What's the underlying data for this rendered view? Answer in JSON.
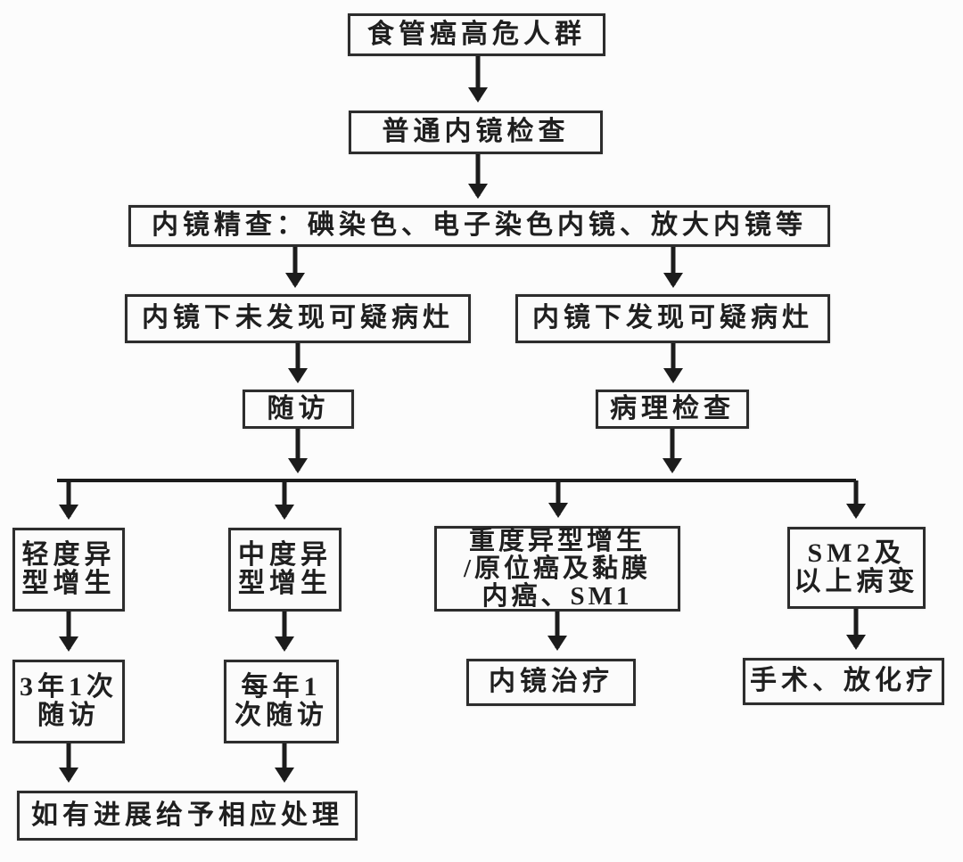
{
  "diagram": {
    "type": "flowchart",
    "language": "zh-CN",
    "background_color": "#fcfcfc",
    "box_border_color": "#2d2d2d",
    "arrow_color": "#1c1c1c",
    "text_color": "#1f1f1f"
  },
  "nodes": {
    "high_risk": {
      "label": "食管癌高危人群"
    },
    "routine_endoscopy": {
      "label": "普通内镜检查"
    },
    "refined_endoscopy": {
      "label": "内镜精查：碘染色、电子染色内镜、放大内镜等"
    },
    "no_suspicious_lesion": {
      "label": "内镜下未发现可疑病灶"
    },
    "suspicious_lesion": {
      "label": "内镜下发现可疑病灶"
    },
    "follow_up": {
      "label": "随访"
    },
    "pathology_exam": {
      "label": "病理检查"
    },
    "mild_dysplasia": {
      "label": "轻度异\n型增生"
    },
    "moderate_dysplasia": {
      "label": "中度异\n型增生"
    },
    "severe_dysplasia": {
      "label": "重度异型增生\n/原位癌及黏膜\n内癌、SM1"
    },
    "sm2_or_above": {
      "label": "SM2及\n以上病变"
    },
    "follow_up_every_3_years": {
      "label": "3年1次\n随访"
    },
    "follow_up_annual": {
      "label": "每年1\n次随访"
    },
    "endoscopic_therapy": {
      "label": "内镜治疗"
    },
    "surgery_chemoradiotherapy": {
      "label": "手术、放化疗"
    },
    "progression_management": {
      "label": "如有进展给予相应处理"
    }
  }
}
